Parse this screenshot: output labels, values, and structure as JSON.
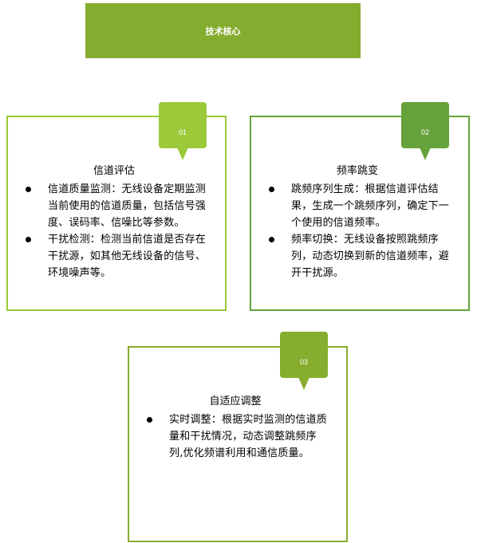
{
  "header": {
    "title": "技术核心",
    "color": "#84ac2f"
  },
  "cards": [
    {
      "number": "01",
      "color": "#9bc93a",
      "title": "信道评估",
      "bullets": [
        "信道质量监测：无线设备定期监测当前使用的信道质量，包括信号强度、误码率、信噪比等参数。",
        "干扰检测：检测当前信道是否存在干扰源，如其他无线设备的信号、环境噪声等。"
      ]
    },
    {
      "number": "02",
      "color": "#66a23a",
      "title": "频率跳变",
      "bullets": [
        "跳频序列生成：根据信道评估结果，生成一个跳频序列，确定下一个使用的信道频率。",
        "频率切换：无线设备按照跳频序列，动态切换到新的信道频率，避开干扰源。"
      ]
    },
    {
      "number": "03",
      "color": "#86ad2e",
      "title": "自适应调整",
      "bullets": [
        "实时调整：根据实时监测的信道质量和干扰情况，动态调整跳频序列,优化频谱利用和通信质量。"
      ]
    }
  ]
}
